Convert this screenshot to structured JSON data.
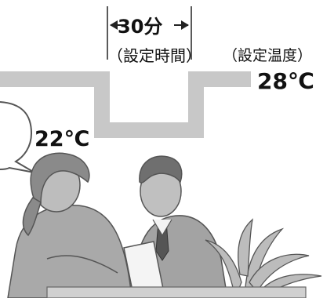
{
  "temperature_diagram": {
    "duration_label": "30分",
    "time_note": "（設定時間）",
    "setting_note": "（設定温度）",
    "set_temperature": "28℃",
    "lowered_temperature": "22℃"
  },
  "colors": {
    "line": "#c8c8c8",
    "figure": "#b0b0b0",
    "outline": "#555555",
    "dark": "#333333"
  },
  "icons": [
    "arrow-left-icon",
    "arrow-right-icon",
    "speech-bubble-icon",
    "woman-figure",
    "man-figure",
    "plant-icon",
    "document-icon"
  ]
}
